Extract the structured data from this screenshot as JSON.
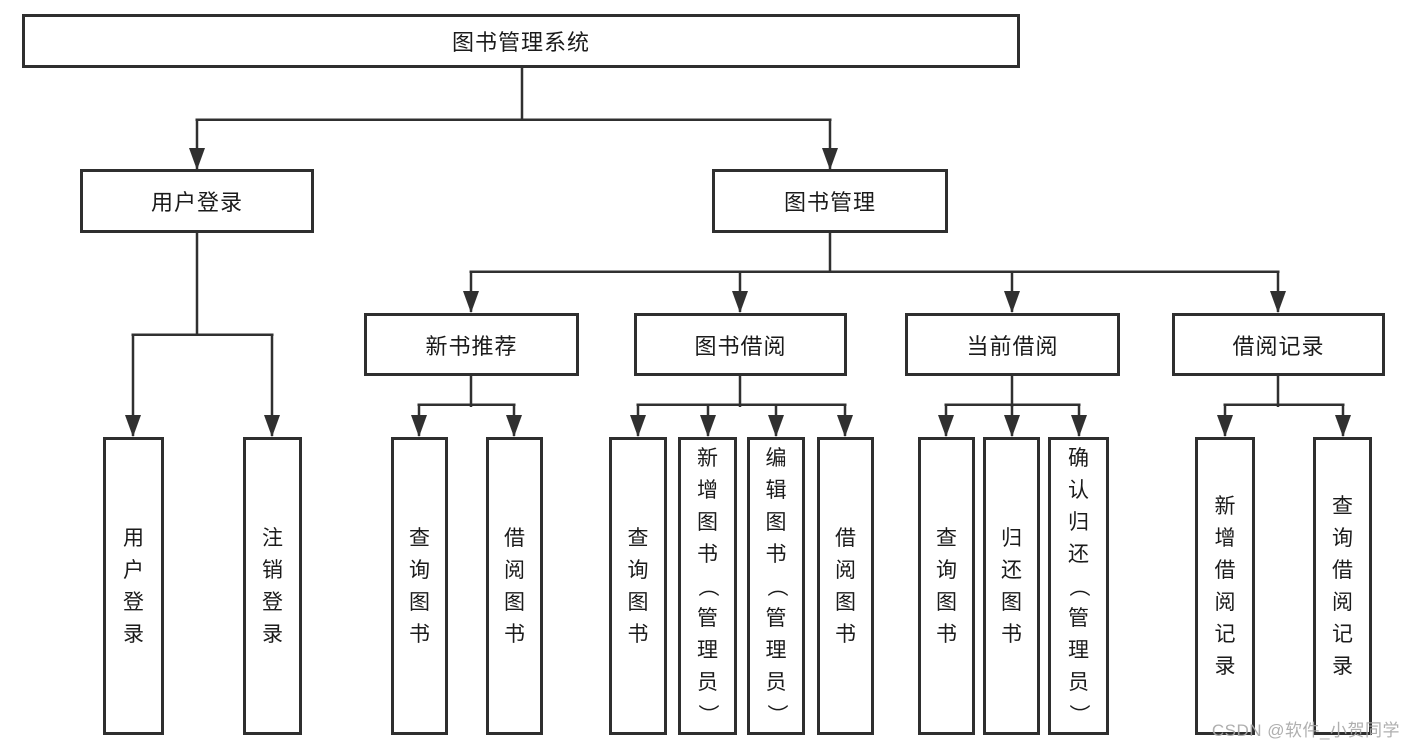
{
  "page": {
    "background": "#ffffff",
    "line_color": "#303030",
    "text_color": "#1b1b1b",
    "watermark": "CSDN @软件_小贺同学",
    "watermark_color": "#a8a8a8"
  },
  "root": {
    "label": "图书管理系统"
  },
  "branches": [
    {
      "label": "用户登录",
      "children": [
        {
          "label": "用户登录"
        },
        {
          "label": "注销登录"
        }
      ]
    },
    {
      "label": "图书管理",
      "sections": [
        {
          "label": "新书推荐",
          "children": [
            {
              "label": "查询图书"
            },
            {
              "label": "借阅图书"
            }
          ]
        },
        {
          "label": "图书借阅",
          "children": [
            {
              "label": "查询图书"
            },
            {
              "label": "新增图书（管理员）"
            },
            {
              "label": "编辑图书（管理员）"
            },
            {
              "label": "借阅图书"
            }
          ]
        },
        {
          "label": "当前借阅",
          "children": [
            {
              "label": "查询图书"
            },
            {
              "label": "归还图书"
            },
            {
              "label": "确认归还（管理员）"
            }
          ]
        },
        {
          "label": "借阅记录",
          "children": [
            {
              "label": "新增借阅记录"
            },
            {
              "label": "查询借阅记录"
            }
          ]
        }
      ]
    }
  ]
}
